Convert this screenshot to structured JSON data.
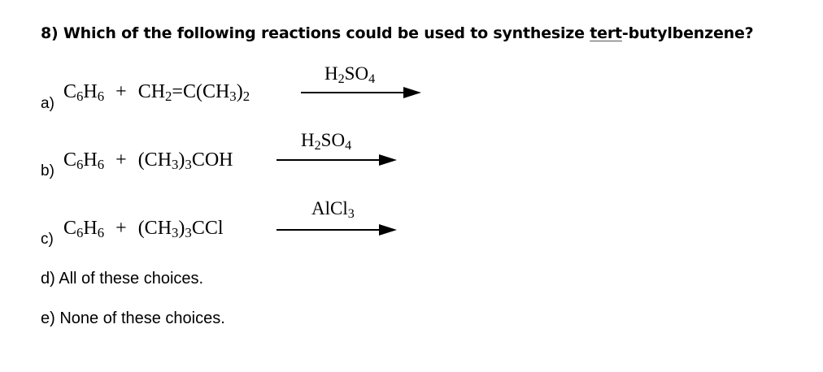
{
  "question": {
    "prefix": "8) Which of the following reactions could be used to synthesize ",
    "underlined": "tert",
    "suffix": "-butylbenzene?"
  },
  "reactions": [
    {
      "label": "a)",
      "reactant1": {
        "base": "C",
        "sub1": "6",
        "mid": "H",
        "sub2": "6"
      },
      "plus": "+",
      "reactant2_parts": [
        "CH",
        "2",
        "=C(CH",
        "3",
        ")",
        "2",
        ""
      ],
      "condition_parts": [
        "H",
        "2",
        "SO",
        "4"
      ]
    },
    {
      "label": "b)",
      "reactant1": {
        "base": "C",
        "sub1": "6",
        "mid": "H",
        "sub2": "6"
      },
      "plus": "+",
      "reactant2_parts": [
        "(CH",
        "3",
        ")",
        "3",
        "COH"
      ],
      "condition_parts": [
        "H",
        "2",
        "SO",
        "4"
      ]
    },
    {
      "label": "c)",
      "reactant1": {
        "base": "C",
        "sub1": "6",
        "mid": "H",
        "sub2": "6"
      },
      "plus": "+",
      "reactant2_parts": [
        "(CH",
        "3",
        ")",
        "3",
        "CCl"
      ],
      "condition_parts": [
        "AlCl",
        "3"
      ]
    }
  ],
  "choices": {
    "d": "d) All of these choices.",
    "e": "e) None of these choices."
  }
}
